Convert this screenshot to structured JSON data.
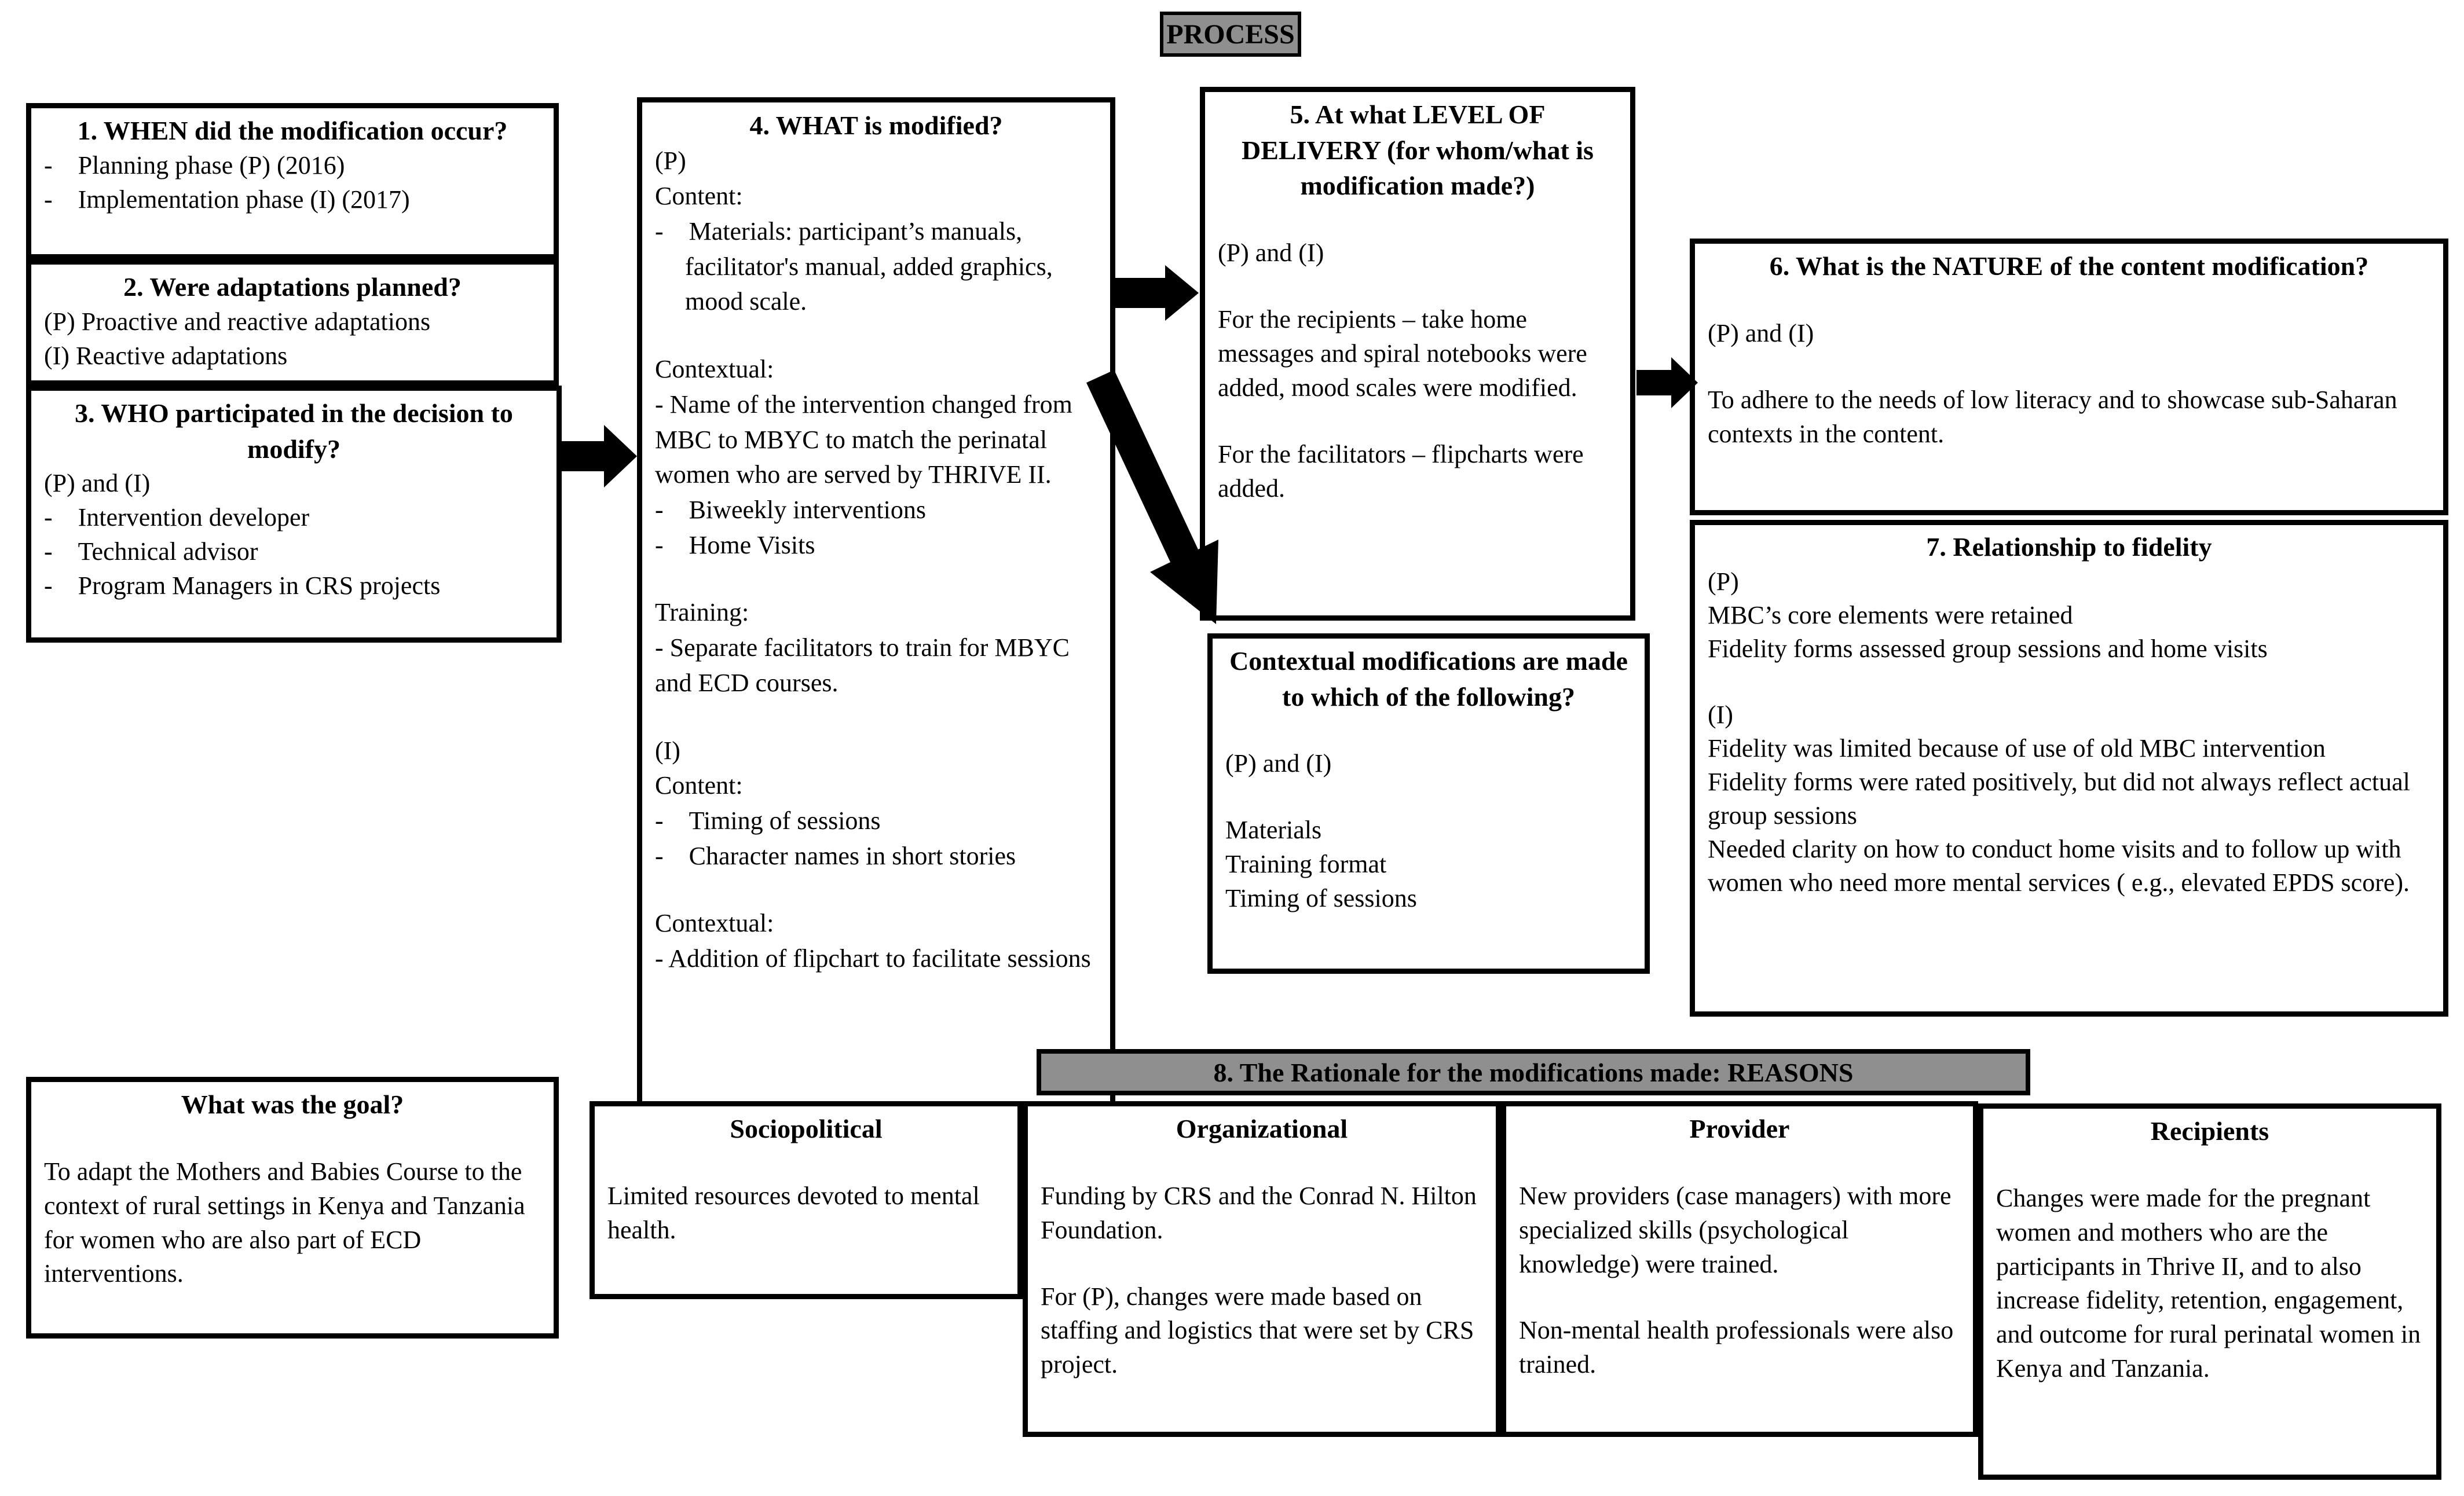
{
  "process_label": "PROCESS",
  "colors": {
    "header_bg": "#8f8f8f",
    "border": "#000000",
    "box_bg": "#ffffff"
  },
  "box1": {
    "title": "1. WHEN did the modification occur?",
    "items": [
      "- Planning phase (P) (2016)",
      "- Implementation phase (I) (2017)"
    ]
  },
  "box2": {
    "title": "2. Were adaptations planned?",
    "lines": [
      "(P) Proactive and reactive adaptations",
      "(I) Reactive adaptations"
    ]
  },
  "box3": {
    "title": "3. WHO participated in the decision to modify?",
    "subtitle": "(P) and (I)",
    "items": [
      "- Intervention developer",
      "- Technical advisor",
      "- Program Managers in CRS projects"
    ]
  },
  "box4": {
    "title": "4. WHAT is modified?",
    "p_label": "(P)",
    "p_content_label": "Content:",
    "p_content_item": "- Materials: participant’s manuals, facilitator's manual, added graphics, mood scale.",
    "p_contextual_label": "Contextual:",
    "p_contextual_item1": "- Name of the intervention changed from MBC to MBYC to match the perinatal women who are served by THRIVE II.",
    "p_contextual_item2": "- Biweekly interventions",
    "p_contextual_item3": "- Home Visits",
    "training_label": "Training:",
    "training_item": "- Separate facilitators to train for MBYC and ECD courses.",
    "i_label": "(I)",
    "i_content_label": "Content:",
    "i_content_item1": "- Timing of sessions",
    "i_content_item2": "- Character names in short stories",
    "i_contextual_label": "Contextual:",
    "i_contextual_item": "- Addition of flipchart to facilitate sessions"
  },
  "box5": {
    "title": "5. At what LEVEL OF DELIVERY (for whom/what is modification made?)",
    "subtitle": "(P) and (I)",
    "para1": "For the recipients – take home messages and spiral notebooks were added, mood scales were modified.",
    "para2": "For the facilitators – flipcharts were added."
  },
  "ctx_box": {
    "title": "Contextual modifications are made to which of the following?",
    "subtitle": "(P) and (I)",
    "lines": [
      "Materials",
      "Training format",
      "Timing of sessions"
    ]
  },
  "box6": {
    "title": "6. What is the NATURE of the content modification?",
    "subtitle": "(P) and (I)",
    "para": "To adhere to the needs of low literacy and to showcase sub-Saharan contexts in the content."
  },
  "box7": {
    "title": "7. Relationship to fidelity",
    "p_label": "(P)",
    "p_lines": [
      "MBC’s core elements were retained",
      "Fidelity forms assessed group sessions and home visits"
    ],
    "i_label": "(I)",
    "i_lines": [
      "Fidelity was limited because of use of old MBC intervention",
      "Fidelity forms were rated positively, but did not always reflect actual group sessions",
      "Needed clarity on how to conduct home visits and to follow up with women who need more mental services ( e.g., elevated EPDS score)."
    ]
  },
  "bar8": {
    "title": "8. The Rationale for the modifications made: REASONS"
  },
  "goal_box": {
    "title": "What was the goal?",
    "para": "To adapt the Mothers and Babies Course to the context of rural settings in Kenya and Tanzania for women who are also part of ECD interventions."
  },
  "reasons": {
    "sociopolitical": {
      "title": "Sociopolitical",
      "para1": "Limited resources devoted to mental health."
    },
    "organizational": {
      "title": "Organizational",
      "para1": "Funding by CRS and the Conrad N. Hilton Foundation.",
      "para2": "For (P), changes were made based on staffing and logistics that were set by CRS project."
    },
    "provider": {
      "title": "Provider",
      "para1": "New providers (case managers) with more specialized skills (psychological knowledge) were trained.",
      "para2": "Non-mental health professionals were also trained."
    },
    "recipients": {
      "title": "Recipients",
      "para1": "Changes were made for the pregnant women and mothers who are the participants in Thrive II, and to also increase fidelity, retention, engagement, and outcome for rural perinatal women in Kenya and Tanzania."
    }
  }
}
